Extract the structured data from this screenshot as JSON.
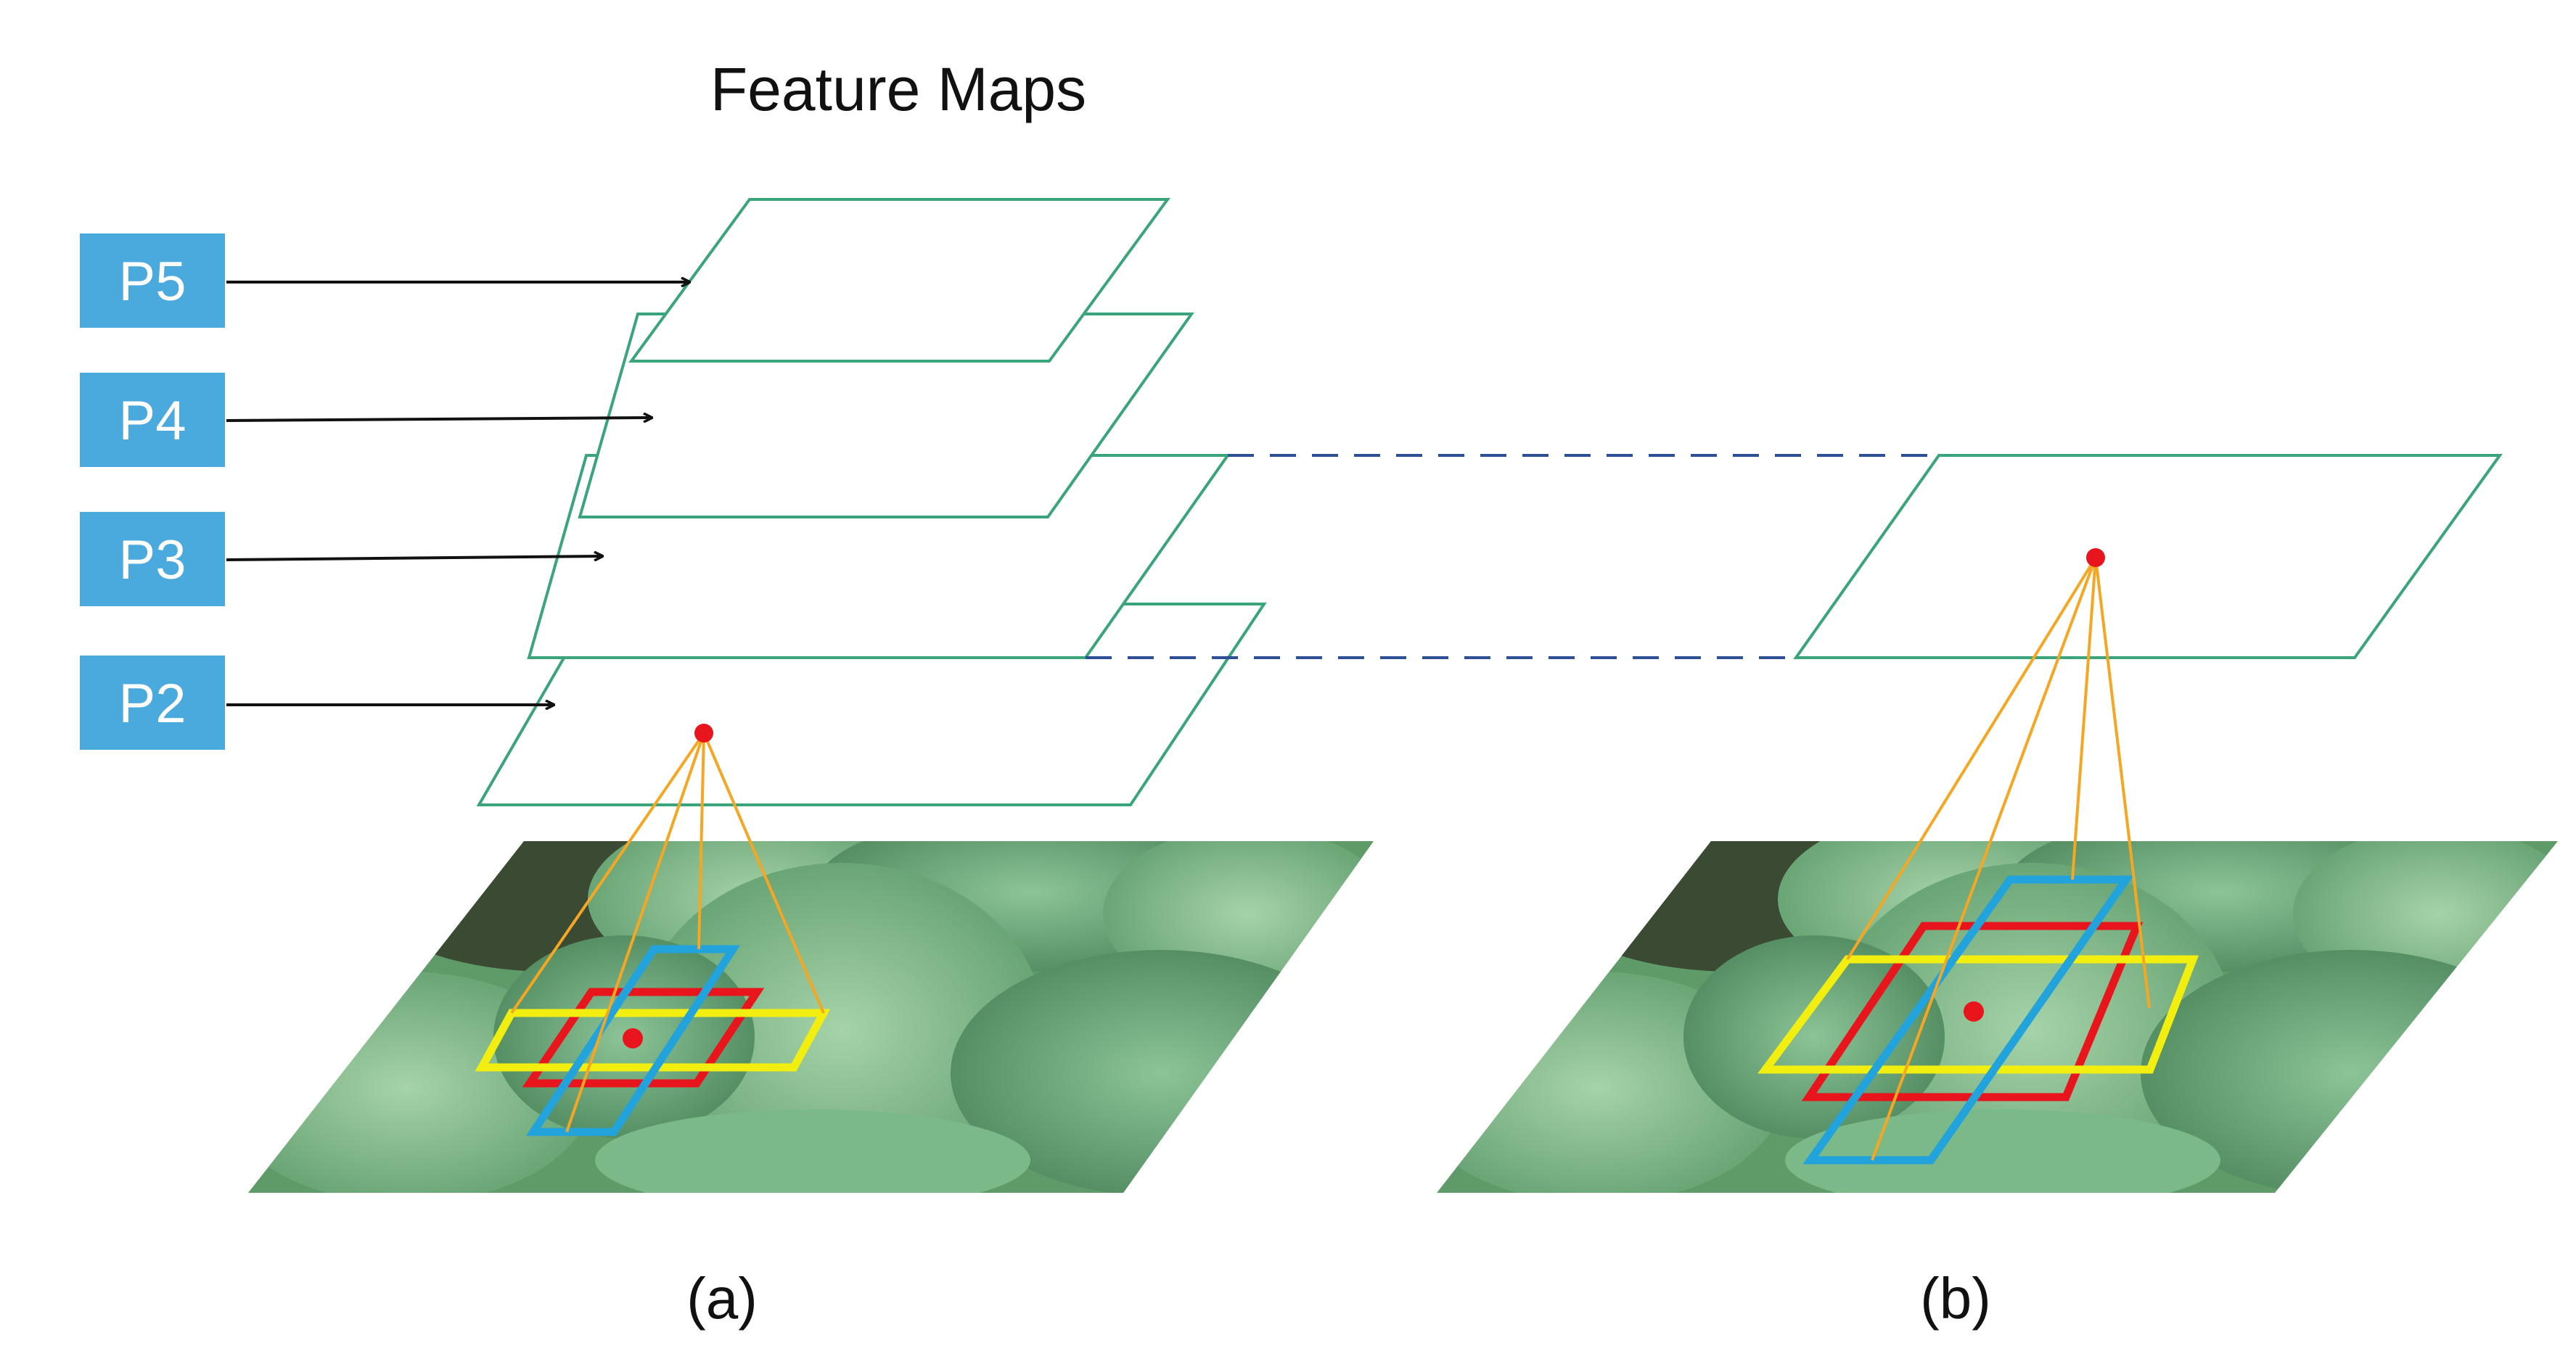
{
  "title": "Feature Maps",
  "levels": [
    {
      "label": "P5"
    },
    {
      "label": "P4"
    },
    {
      "label": "P3"
    },
    {
      "label": "P2"
    }
  ],
  "panels": [
    {
      "caption": "(a)"
    },
    {
      "caption": "(b)"
    }
  ],
  "colors": {
    "level_box": "#4aa9dd",
    "feature_map_border": "#3aa47a",
    "dashed_link": "#2c4f96",
    "projection_lines": "#f5a623",
    "anchor_red": "#e8161c",
    "anchor_yellow": "#f2ef10",
    "anchor_blue": "#22a3dc",
    "leaf_photo": "green-leaves"
  },
  "icons": {
    "center_point": "red-dot-icon",
    "arrow": "right-arrow-icon"
  }
}
